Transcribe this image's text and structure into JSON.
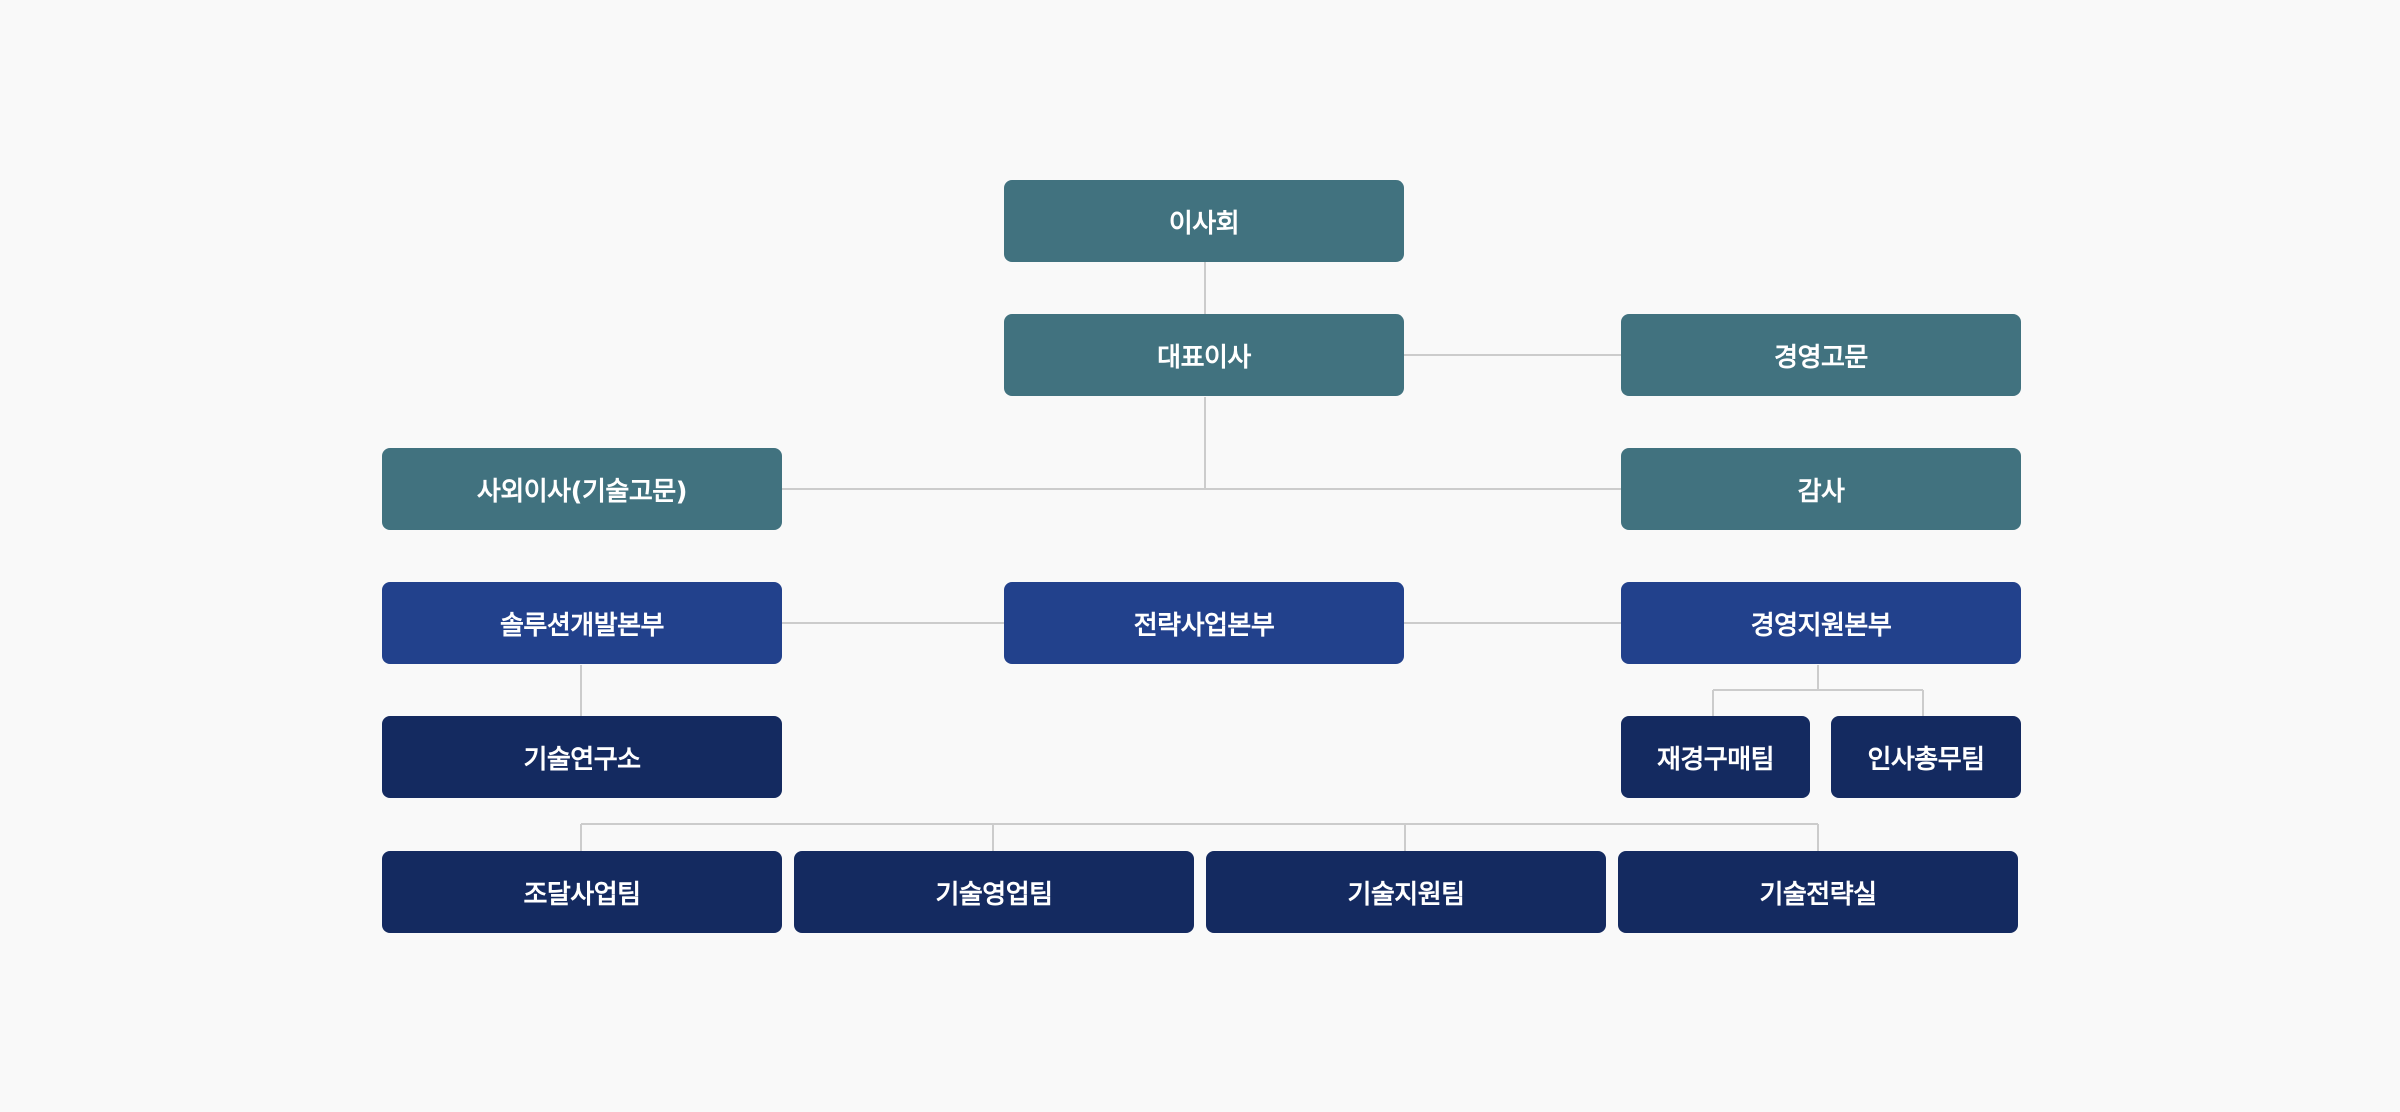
{
  "org": {
    "board": "이사회",
    "ceo": "대표이사",
    "advisor": "경영고문",
    "outside_director": "사외이사(기술고문)",
    "auditor": "감사",
    "solution_division": "솔루션개발본부",
    "strategy_division": "전략사업본부",
    "management_division": "경영지원본부",
    "research_lab": "기술연구소",
    "finance_team": "재경구매팀",
    "hr_team": "인사총무팀",
    "procurement_team": "조달사업팀",
    "tech_sales_team": "기술영업팀",
    "tech_support_team": "기술지원팀",
    "tech_strategy_office": "기술전략실"
  },
  "colors": {
    "executive": "#41727f",
    "division": "#22418c",
    "team": "#142a60",
    "connector": "#cccccc",
    "background": "#f9f9f9"
  }
}
